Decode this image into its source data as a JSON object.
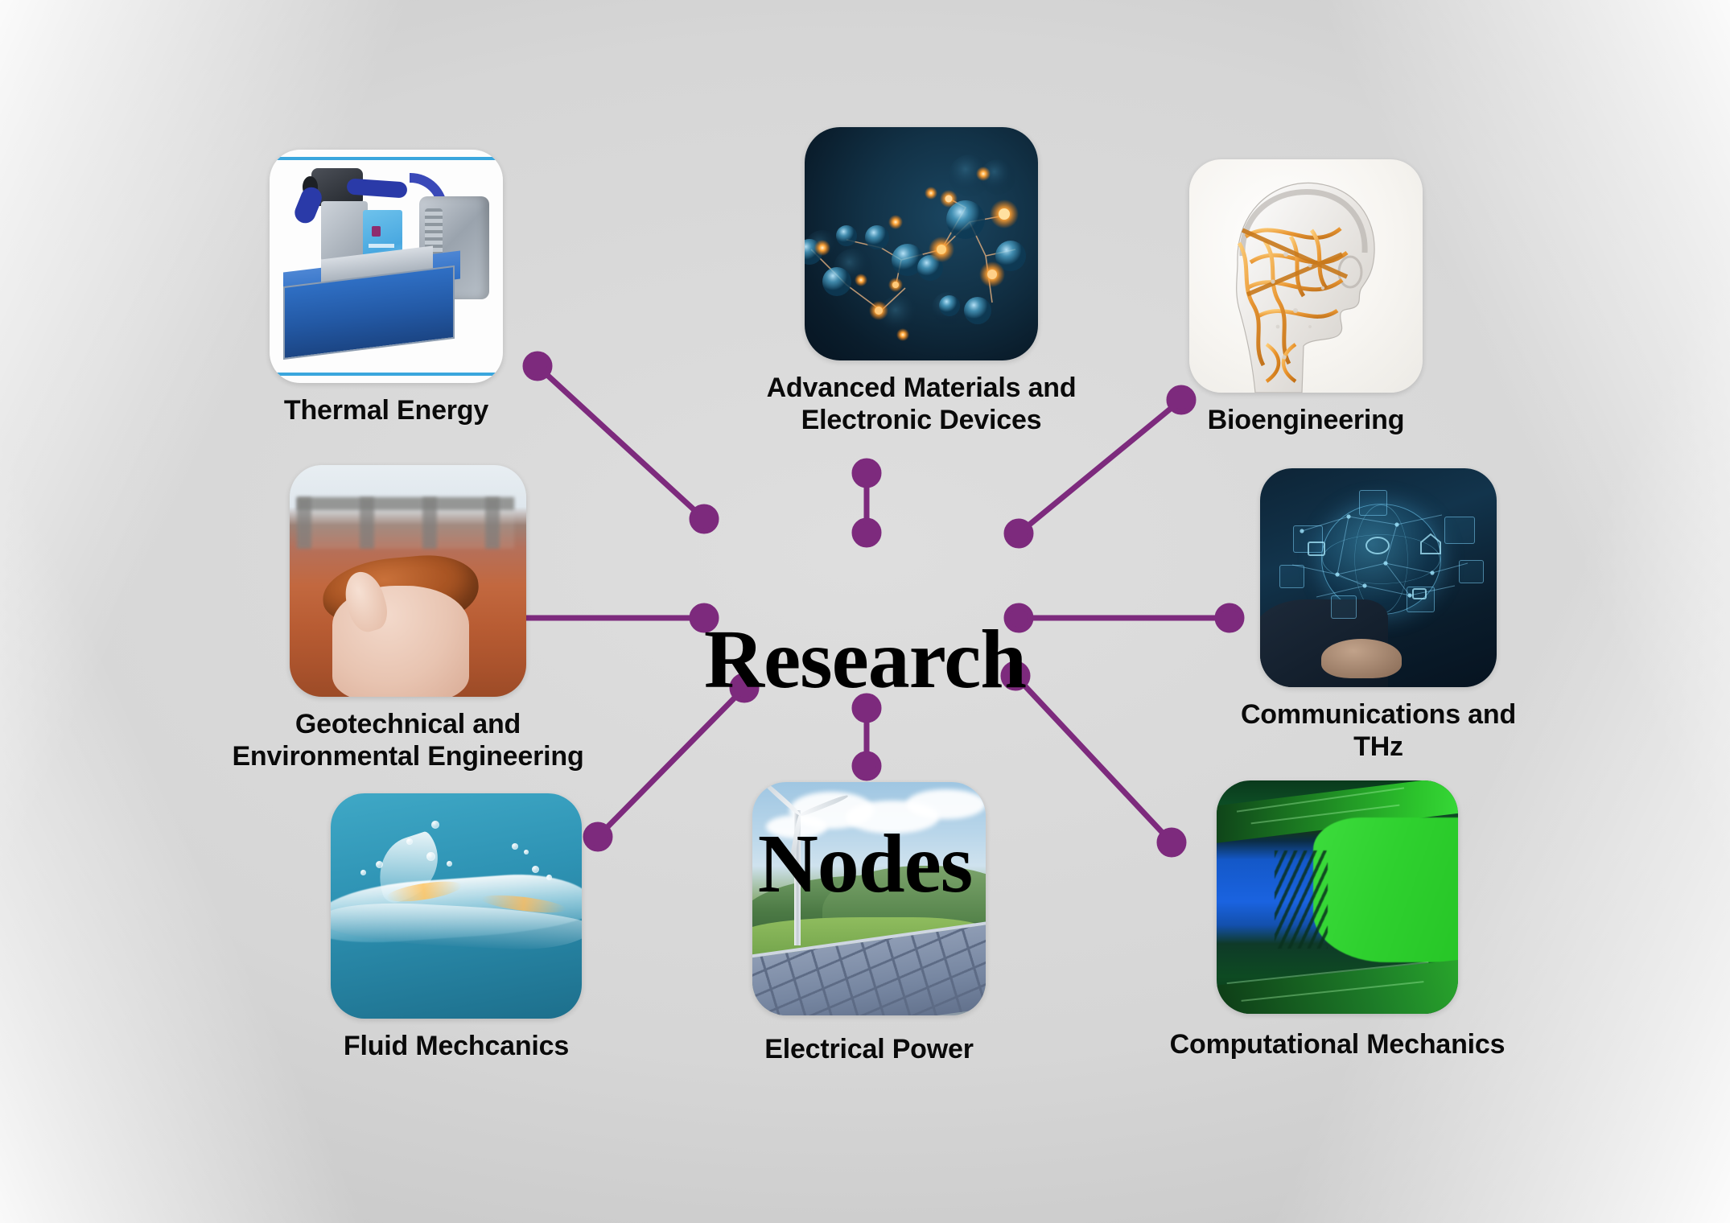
{
  "diagram": {
    "center": {
      "title": "Research\nNodes",
      "title_line1": "Research",
      "title_line2": "Nodes"
    },
    "connector_color": "#7d2a7d",
    "background_colors": {
      "base": "#d2d2d2",
      "edge_light": "#f2f2f2"
    },
    "nodes": [
      {
        "id": "thermal-energy",
        "label": "Thermal Energy",
        "image_alt": "blue engine test rig on white background",
        "position": "top-left"
      },
      {
        "id": "advanced-materials",
        "label": "Advanced Materials and\nElectronic Devices",
        "image_alt": "molecular network of teal spheres with glowing orange nodes on dark navy",
        "position": "top-center"
      },
      {
        "id": "bioengineering",
        "label": "Bioengineering",
        "image_alt": "translucent human head profile with orange DNA helix strands",
        "position": "top-right"
      },
      {
        "id": "geotechnical-environmental",
        "label": "Geotechnical and\nEnvironmental Engineering",
        "image_alt": "hand holding red laterite soil block at a construction site",
        "position": "middle-left"
      },
      {
        "id": "communications-thz",
        "label": "Communications and\nTHz",
        "image_alt": "hand holding glowing digital globe with IoT network icons",
        "position": "middle-right"
      },
      {
        "id": "fluid-mechanics",
        "label": "Fluid Mechcanics",
        "image_alt": "clear water splash wave on teal background",
        "position": "bottom-left"
      },
      {
        "id": "electrical-power",
        "label": "Electrical Power",
        "image_alt": "wind turbine over green hills with solar panel array",
        "position": "bottom-center"
      },
      {
        "id": "computational-mechanics",
        "label": "Computational Mechanics",
        "image_alt": "green and blue computational fluid dynamics contour field",
        "position": "bottom-right"
      }
    ]
  }
}
